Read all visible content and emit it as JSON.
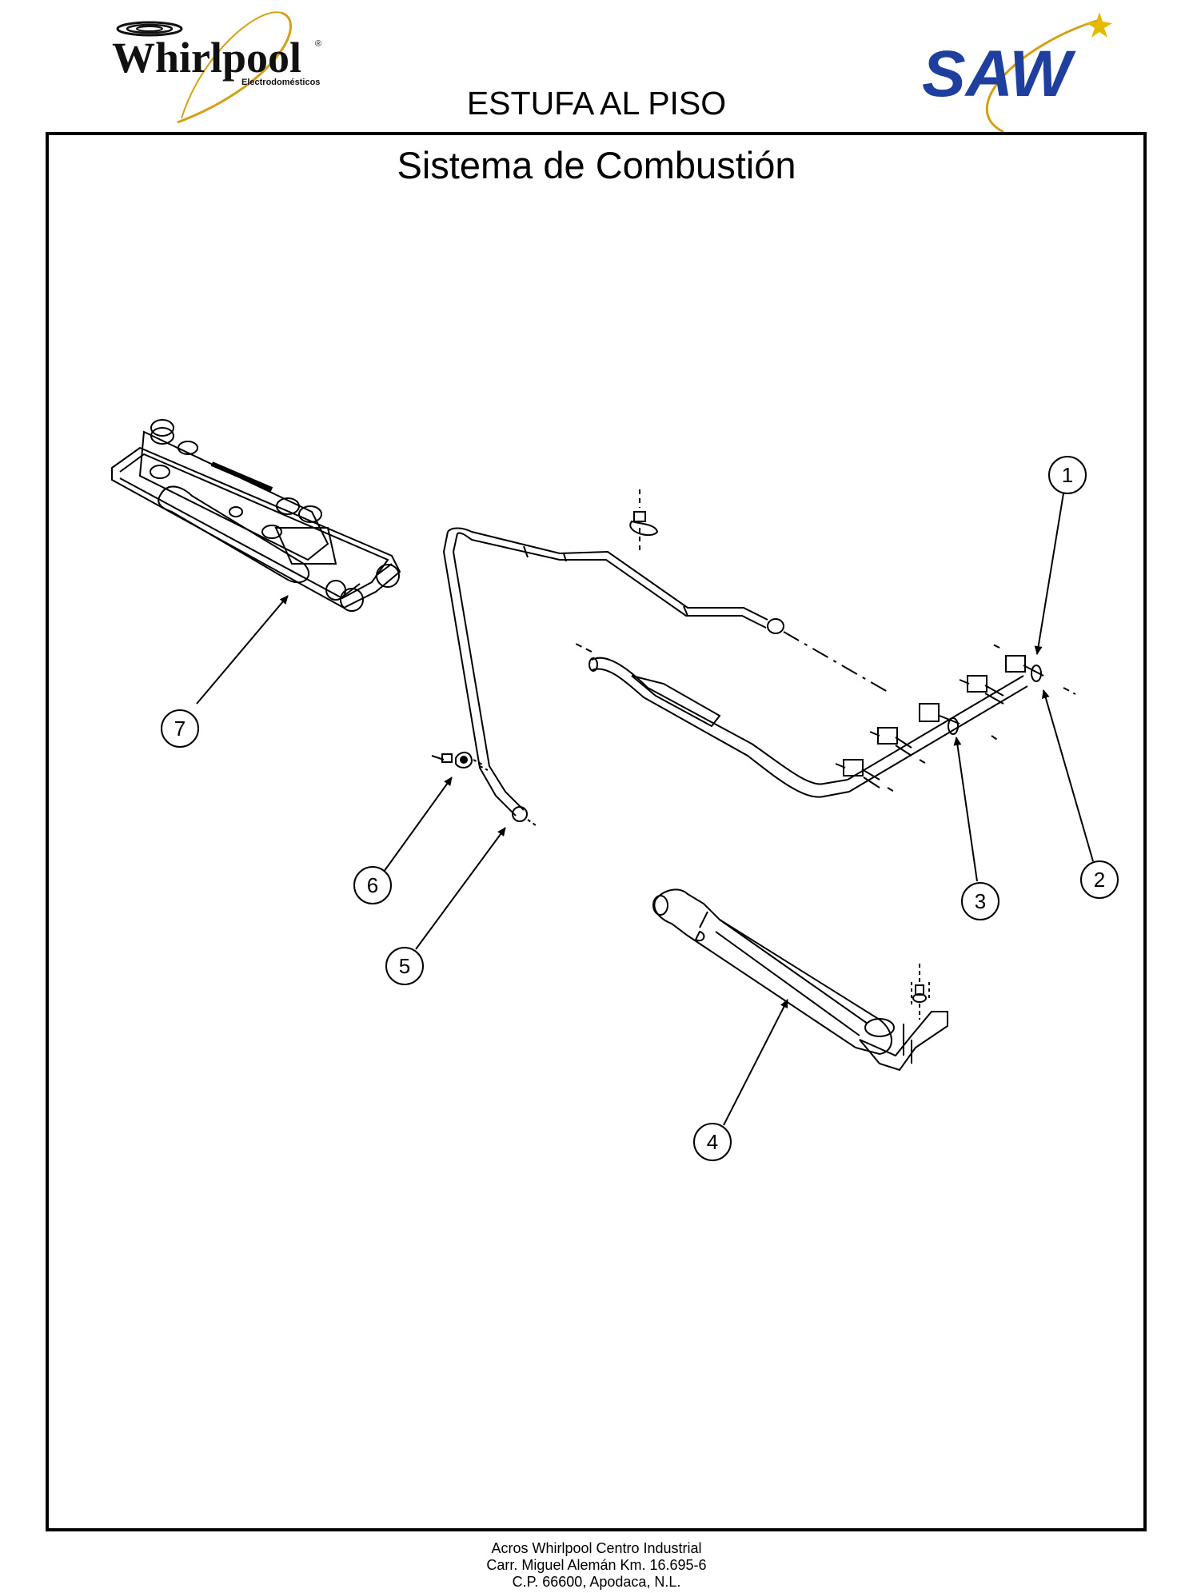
{
  "header": {
    "logo_left": {
      "brand": "Whirlpool",
      "tagline": "Electrodomésticos",
      "mark": "®"
    },
    "logo_right": {
      "brand": "SAW"
    },
    "document_title": "ESTUFA AL PISO"
  },
  "section_title": "Sistema de Combustión",
  "callouts": [
    "1",
    "2",
    "3",
    "4",
    "5",
    "6",
    "7"
  ],
  "footer": {
    "line1": "Acros Whirlpool Centro Industrial",
    "line2": "Carr. Miguel Alemán Km. 16.695-6",
    "line3": "C.P. 66600, Apodaca, N.L."
  },
  "colors": {
    "logo_gold": "#d4a017",
    "saw_blue": "#1f3f9e",
    "line": "#000000"
  }
}
